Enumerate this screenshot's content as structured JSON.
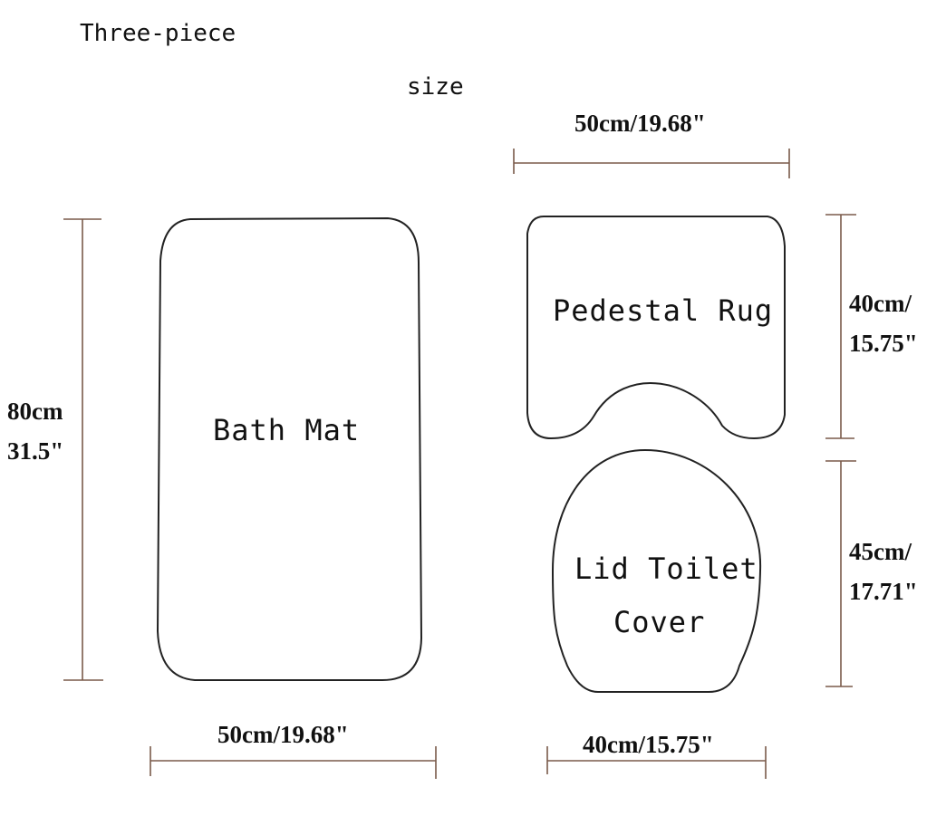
{
  "header": {
    "title_line1": "Three-piece",
    "title_line2": "size"
  },
  "pieces": {
    "bath_mat": {
      "label": "Bath Mat",
      "width_text": "50cm/19.68\"",
      "height_line1": "80cm",
      "height_line2": "31.5\""
    },
    "pedestal_rug": {
      "label": "Pedestal Rug",
      "width_text": "50cm/19.68\"",
      "height_line1": "40cm/",
      "height_line2": "15.75\""
    },
    "lid_cover": {
      "label_line1": "Lid Toilet",
      "label_line2": "Cover",
      "width_text": "40cm/15.75\"",
      "height_line1": "45cm/",
      "height_line2": "17.71\""
    }
  },
  "colors": {
    "outline": "#222222",
    "dimension_line": "#7a5a4a",
    "text": "#111111"
  }
}
